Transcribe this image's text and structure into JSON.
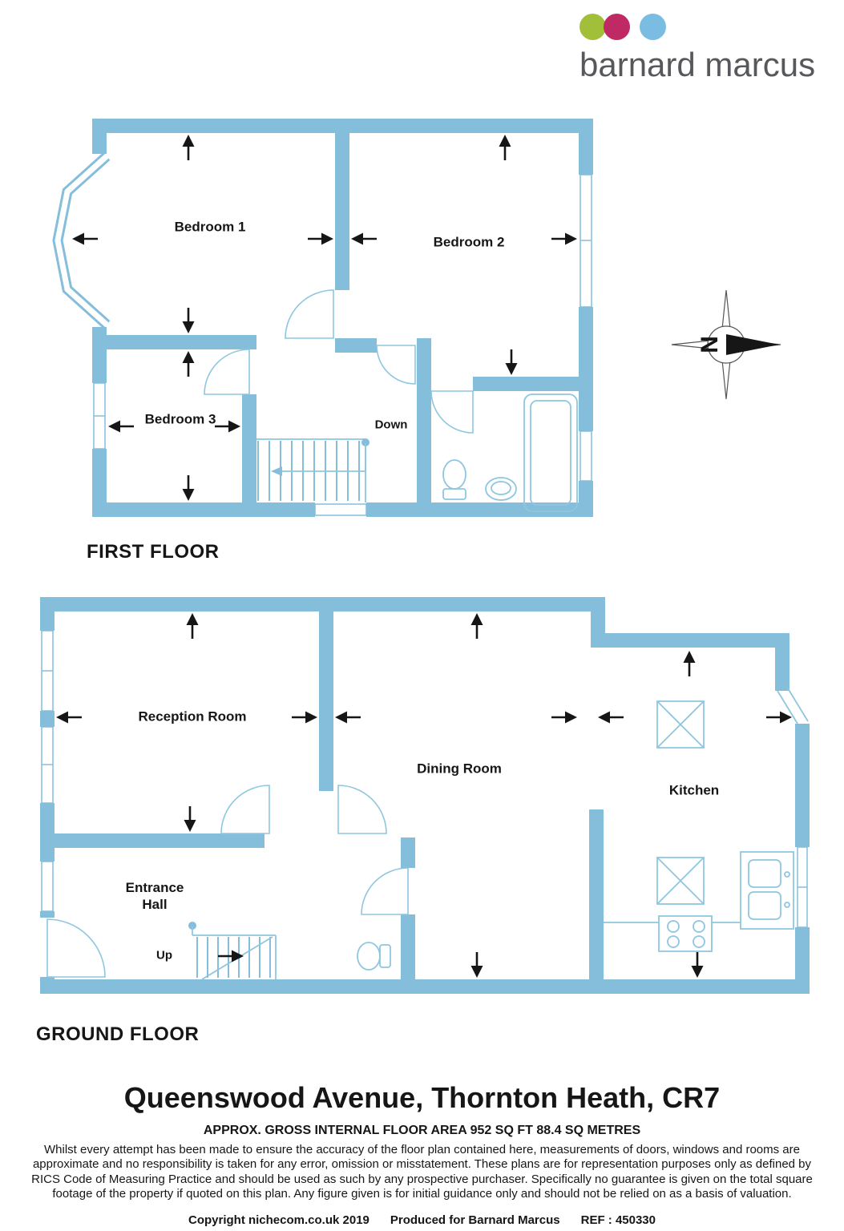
{
  "brand": {
    "name": "barnard marcus",
    "dot_colors": {
      "green": "#A2BF3A",
      "magenta": "#C02A64",
      "blue": "#7ABCE2"
    },
    "text_color": "#57585B"
  },
  "compass": {
    "north_label": "N"
  },
  "first_floor": {
    "label": "FIRST FLOOR",
    "rooms": {
      "bedroom1": "Bedroom 1",
      "bedroom2": "Bedroom 2",
      "bedroom3": "Bedroom 3"
    },
    "stairs_label": "Down"
  },
  "ground_floor": {
    "label": "GROUND FLOOR",
    "rooms": {
      "reception": "Reception Room",
      "dining": "Dining Room",
      "kitchen": "Kitchen",
      "hall_line1": "Entrance",
      "hall_line2": "Hall"
    },
    "stairs_label": "Up"
  },
  "footer": {
    "title": "Queenswood Avenue, Thornton Heath, CR7",
    "area_line": "APPROX. GROSS INTERNAL FLOOR AREA 952 SQ FT 88.4 SQ METRES",
    "disclaimer": "Whilst every attempt has been made to ensure the accuracy of the floor plan contained here, measurements of doors, windows and rooms are approximate and no responsibility is taken for any error, omission or misstatement. These plans are for representation purposes only as defined by RICS Code of Measuring Practice and should be used as such by any prospective purchaser.  Specifically no guarantee is given on the total square footage of the property if quoted on this plan. Any figure given is for initial guidance only and should not be relied on as a basis of valuation.",
    "copyright_left": "Copyright nichecom.co.uk 2019",
    "copyright_center": "Produced for Barnard Marcus",
    "copyright_right": "REF : 450330"
  },
  "colors": {
    "wall": "#85BEDB",
    "fixture": "#8FC6DF",
    "ink": "#161616"
  }
}
